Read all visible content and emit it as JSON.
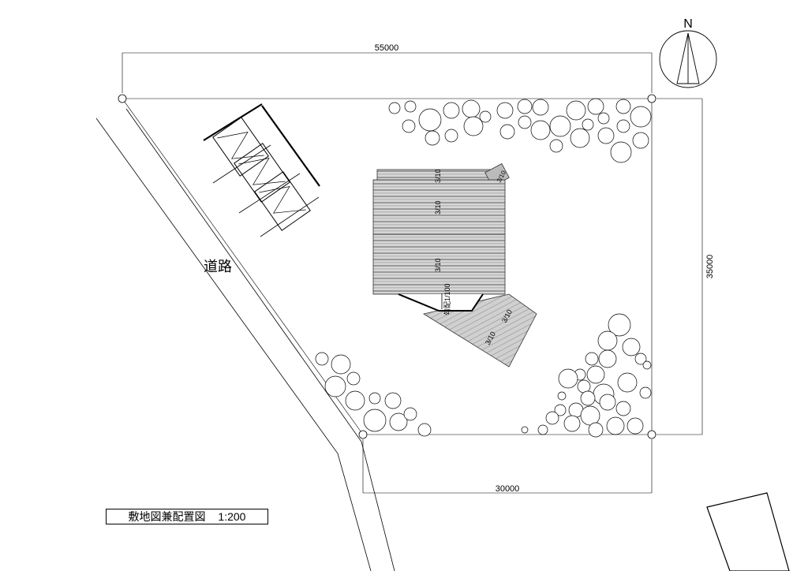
{
  "drawing": {
    "title": "敷地図兼配置図",
    "scale": "1:200",
    "road_label": "道路",
    "north_label": "N",
    "dimensions": {
      "top": "55000",
      "right": "35000",
      "bottom": "30000"
    },
    "roof_slopes": [
      "3/10",
      "3/10",
      "3/10",
      "3/10",
      "3/10",
      "3/10"
    ],
    "gutter_slope": "勾配1/100"
  }
}
